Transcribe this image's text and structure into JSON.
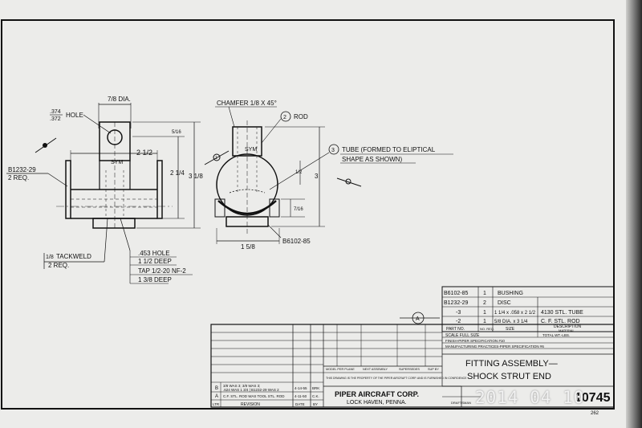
{
  "views": {
    "left": {
      "hole_dim": "7/8 DIA.",
      "top_hole_top": ".374",
      "top_hole_bottom": ".372",
      "top_hole_label": "HOLE",
      "width_dim": "2 1/2",
      "height_dim_a": "2 1/4",
      "height_dim_b": "3 1/8",
      "small_dim": "5/16",
      "sym": "SYM",
      "callout_part": "B1232-29",
      "callout_qty": "2 REQ.",
      "tackweld_frac": "1/8",
      "tackweld": "TACKWELD",
      "tackweld_qty": "2 REQ.",
      "hole453": ".453 HOLE",
      "deep1": "1 1/2 DEEP",
      "tap": "TAP 1/2-20 NF-2",
      "deep2": "1 3/8 DEEP"
    },
    "right": {
      "chamfer": "CHAMFER 1/8 X 45°",
      "rod": "ROD",
      "rod_num": "2",
      "sym": "SYM",
      "tube": "TUBE (FORMED TO ELIPTICAL",
      "tube2": "SHAPE AS SHOWN)",
      "tube_num": "3",
      "dim_right": "3",
      "dim_half": "1/2",
      "dim_small": "7/16",
      "bottom_dim": "1 5/8",
      "bottom_part": "B6102-85",
      "circle_label": "1"
    },
    "view_a": "A"
  },
  "parts_list": [
    {
      "part": "B6102-85",
      "qty": "1",
      "size": "",
      "desc": "BUSHING"
    },
    {
      "part": "B1232-29",
      "qty": "2",
      "size": "",
      "desc": "DISC"
    },
    {
      "part": "-3",
      "qty": "1",
      "size": "1 1/4 x .058 x 2 1/2",
      "desc": "4130 STL. TUBE"
    },
    {
      "part": "-2",
      "qty": "1",
      "size": "5/8 DIA. x 3 1/4",
      "desc": "C. F. STL. ROD"
    }
  ],
  "parts_header": {
    "part_no": "PART NO.",
    "no_req": "NO. REQ.",
    "size": "SIZE",
    "description": "DESCRIPTION",
    "material": "MATERIAL"
  },
  "title_block": {
    "scale": "SCALE FULL SIZE",
    "total": "TOTAL WT.-LBS.",
    "finish": "FINISH-PIPER SPECIFICATION #10",
    "manufacturing": "MANUFACTURING PRACTICES-PIPER SPECIFICATION #6",
    "title1": "FITTING ASSEMBLY—",
    "title2": "SHOCK STRUT END",
    "company": "PIPER AIRCRAFT CORP.",
    "location": "LOCK HAVEN, PENNA.",
    "drawing_number": "10745",
    "model_header": "MODEL PER PLANE",
    "next_assy": "NEXT ASSEMBLY",
    "supersedes": "SUPERSEDES",
    "sup_by": "SUP BY",
    "property": "THIS DRAWING IS THE PROPERTY OF THE PIPER AIRCRAFT CORP. AND IS FURNISHED IN CONFIDENCE",
    "rev_label": "REVISION",
    "date_label": "DATE",
    "by_label": "BY",
    "ltr_label": "LTR",
    "rev_b_ltr": "B",
    "rev_b_text": "3/8 WAS 3; 3/8 WAS 3;",
    "rev_b_text2": ".624 WAS 1 3/4 | B1232-29 WAS 2",
    "rev_b_date": "4-14-55",
    "rev_b_by": "BRK",
    "rev_a_ltr": "A",
    "rev_a_text": "C.F. STL. ROD WAS TOOL STL. ROD",
    "rev_a_date": "4-11-50",
    "rev_a_by": "C.K.",
    "draftsman": "DRAFTSMAN",
    "corner_mark": "262"
  },
  "photo_stamp": "2014 04 10"
}
